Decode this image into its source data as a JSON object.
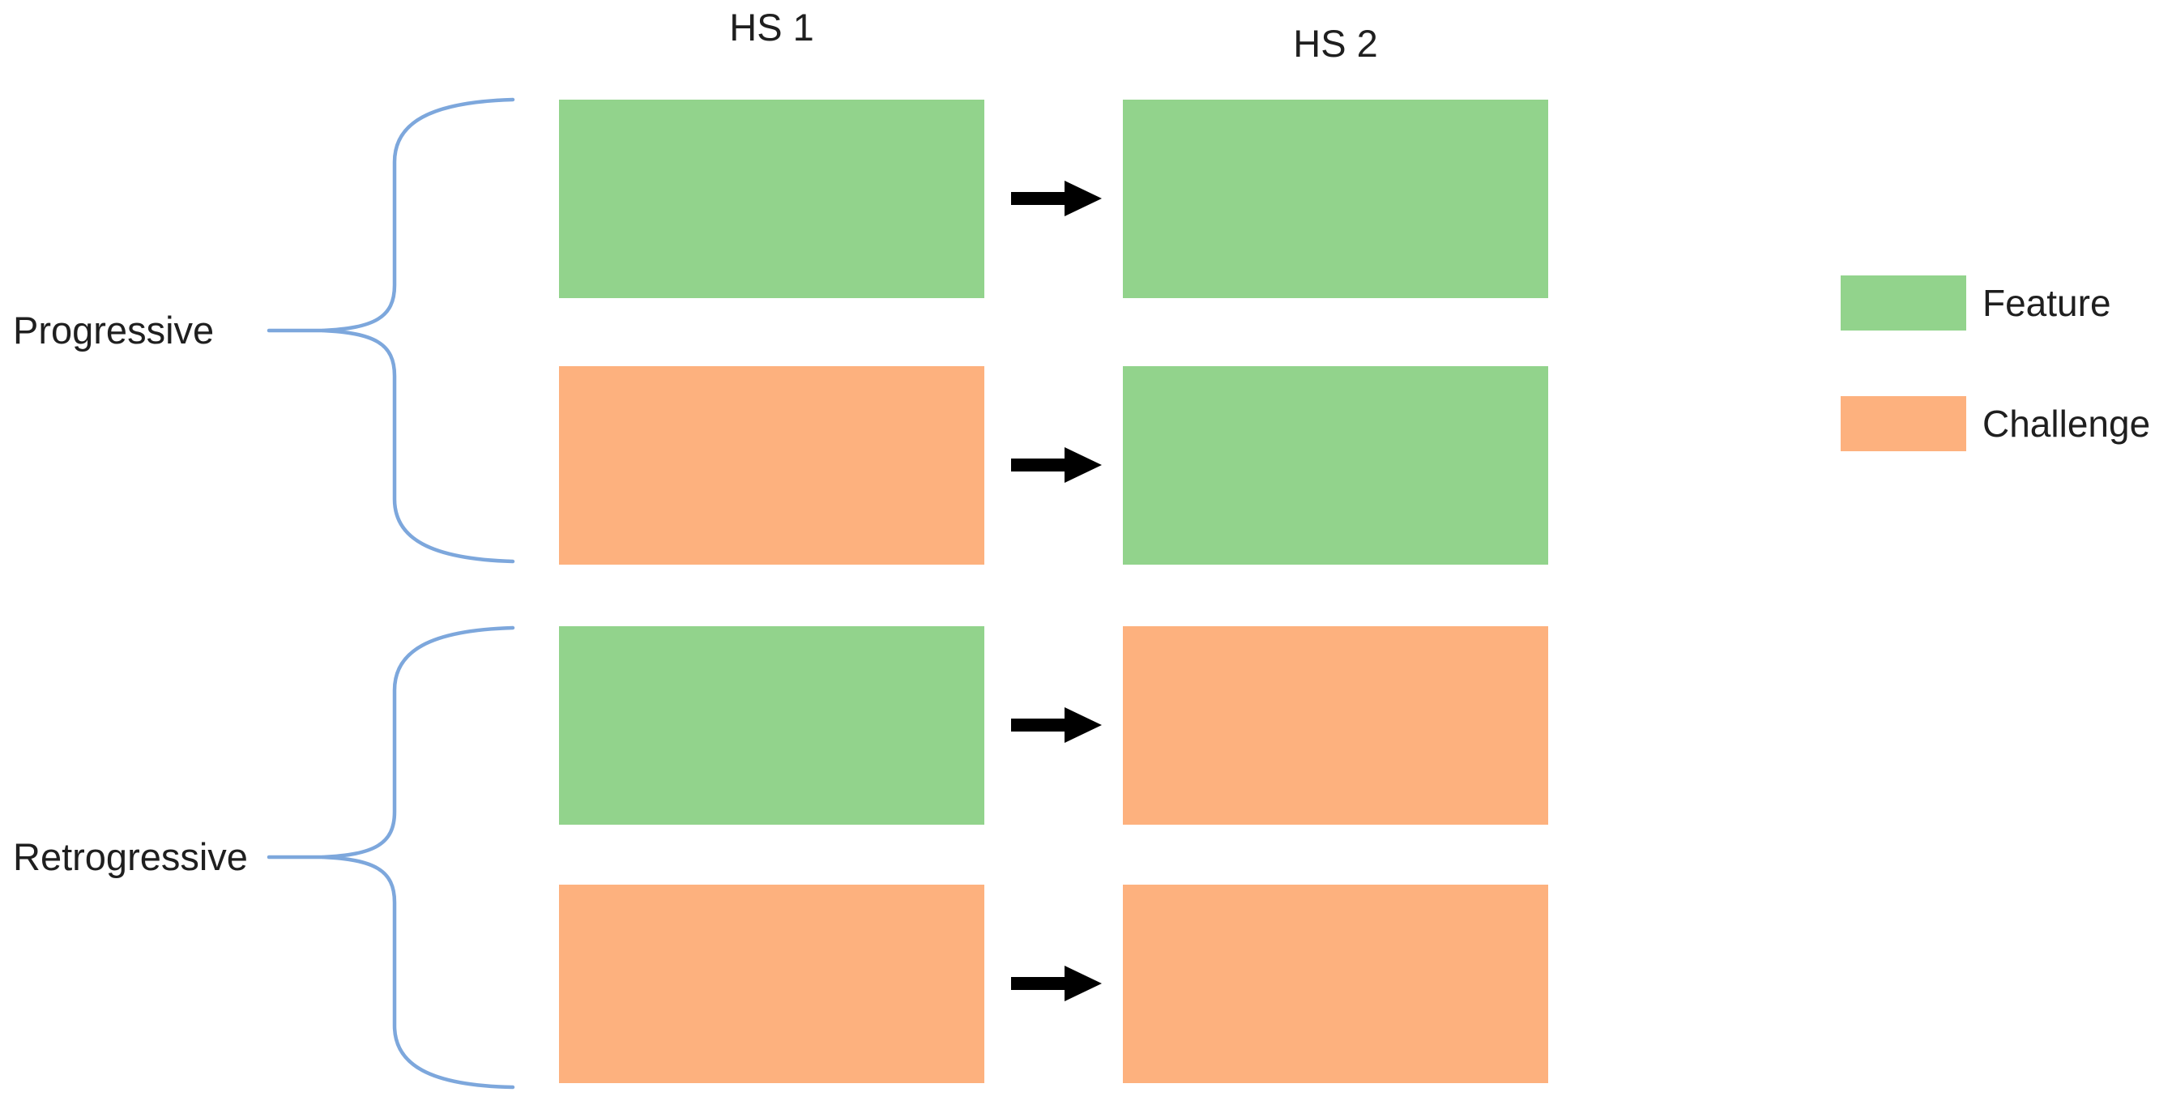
{
  "header": {
    "columns": [
      {
        "label": "HS 1"
      },
      {
        "label": "HS 2"
      }
    ]
  },
  "groups": [
    {
      "label": "Progressive",
      "rows": [
        {
          "hs1": "feature",
          "hs2": "feature"
        },
        {
          "hs1": "challenge",
          "hs2": "feature"
        }
      ]
    },
    {
      "label": "Retrogressive",
      "rows": [
        {
          "hs1": "feature",
          "hs2": "challenge"
        },
        {
          "hs1": "challenge",
          "hs2": "challenge"
        }
      ]
    }
  ],
  "legend": {
    "items": [
      {
        "label": "Feature",
        "color": "#92D38C"
      },
      {
        "label": "Challenge",
        "color": "#FDB17E"
      }
    ]
  },
  "colors": {
    "feature": "#92D38C",
    "challenge": "#FDB17E",
    "brace": "#7DA7DC",
    "arrow": "#000000",
    "text": "#1F1F1F"
  }
}
